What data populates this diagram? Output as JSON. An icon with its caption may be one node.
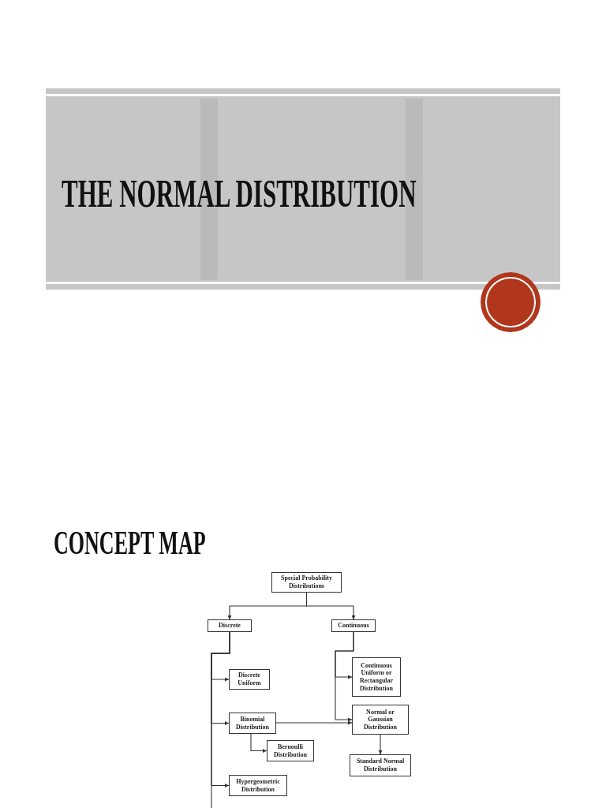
{
  "diagram": {
    "title": "THE NORMAL DISTRIBUTION",
    "nodes": [
      {
        "text": [
          "Special Probability Distributions"
        ]
      },
      {
        "text": [
          "Discrete"
        ]
      },
      {
        "text": [
          "Continuous"
        ]
      },
      {
        "text": [
          "Discrete Uniform"
        ]
      },
      {
        "text": [
          "Continuous Uniform or Rectangular Distribution"
        ]
      },
      {
        "text": [
          "Binomial Distribution"
        ]
      },
      {
        "text": [
          "Normal or Gaussian Distribution"
        ]
      },
      {
        "text": [
          "Bernoulli Distribution"
        ]
      },
      {
        "text": [
          "Standard Normal Distribution"
        ]
      },
      {
        "text": [
          "Hypergeometric Distribution"
        ]
      }
    ],
    "edges": [
      {
        "from": 0,
        "to": 1,
        "arrow": "to"
      },
      {
        "from": 0,
        "to": 2,
        "arrow": "to"
      },
      {
        "from": 1,
        "to": 3,
        "arrow": "to"
      },
      {
        "from": 1,
        "to": 5,
        "arrow": "to"
      },
      {
        "from": 1,
        "to": 9,
        "arrow": "to"
      },
      {
        "from": 1,
        "to": null,
        "arrow": "none"
      },
      {
        "from": 2,
        "to": 4,
        "arrow": "to"
      },
      {
        "from": 2,
        "to": 6,
        "arrow": "to"
      },
      {
        "from": 5,
        "to": 6,
        "arrow": "to"
      },
      {
        "from": 5,
        "to": 7,
        "arrow": "to"
      },
      {
        "from": 6,
        "to": 8,
        "arrow": "to"
      }
    ],
    "labels": [
      "CONCEPT MAP"
    ]
  }
}
